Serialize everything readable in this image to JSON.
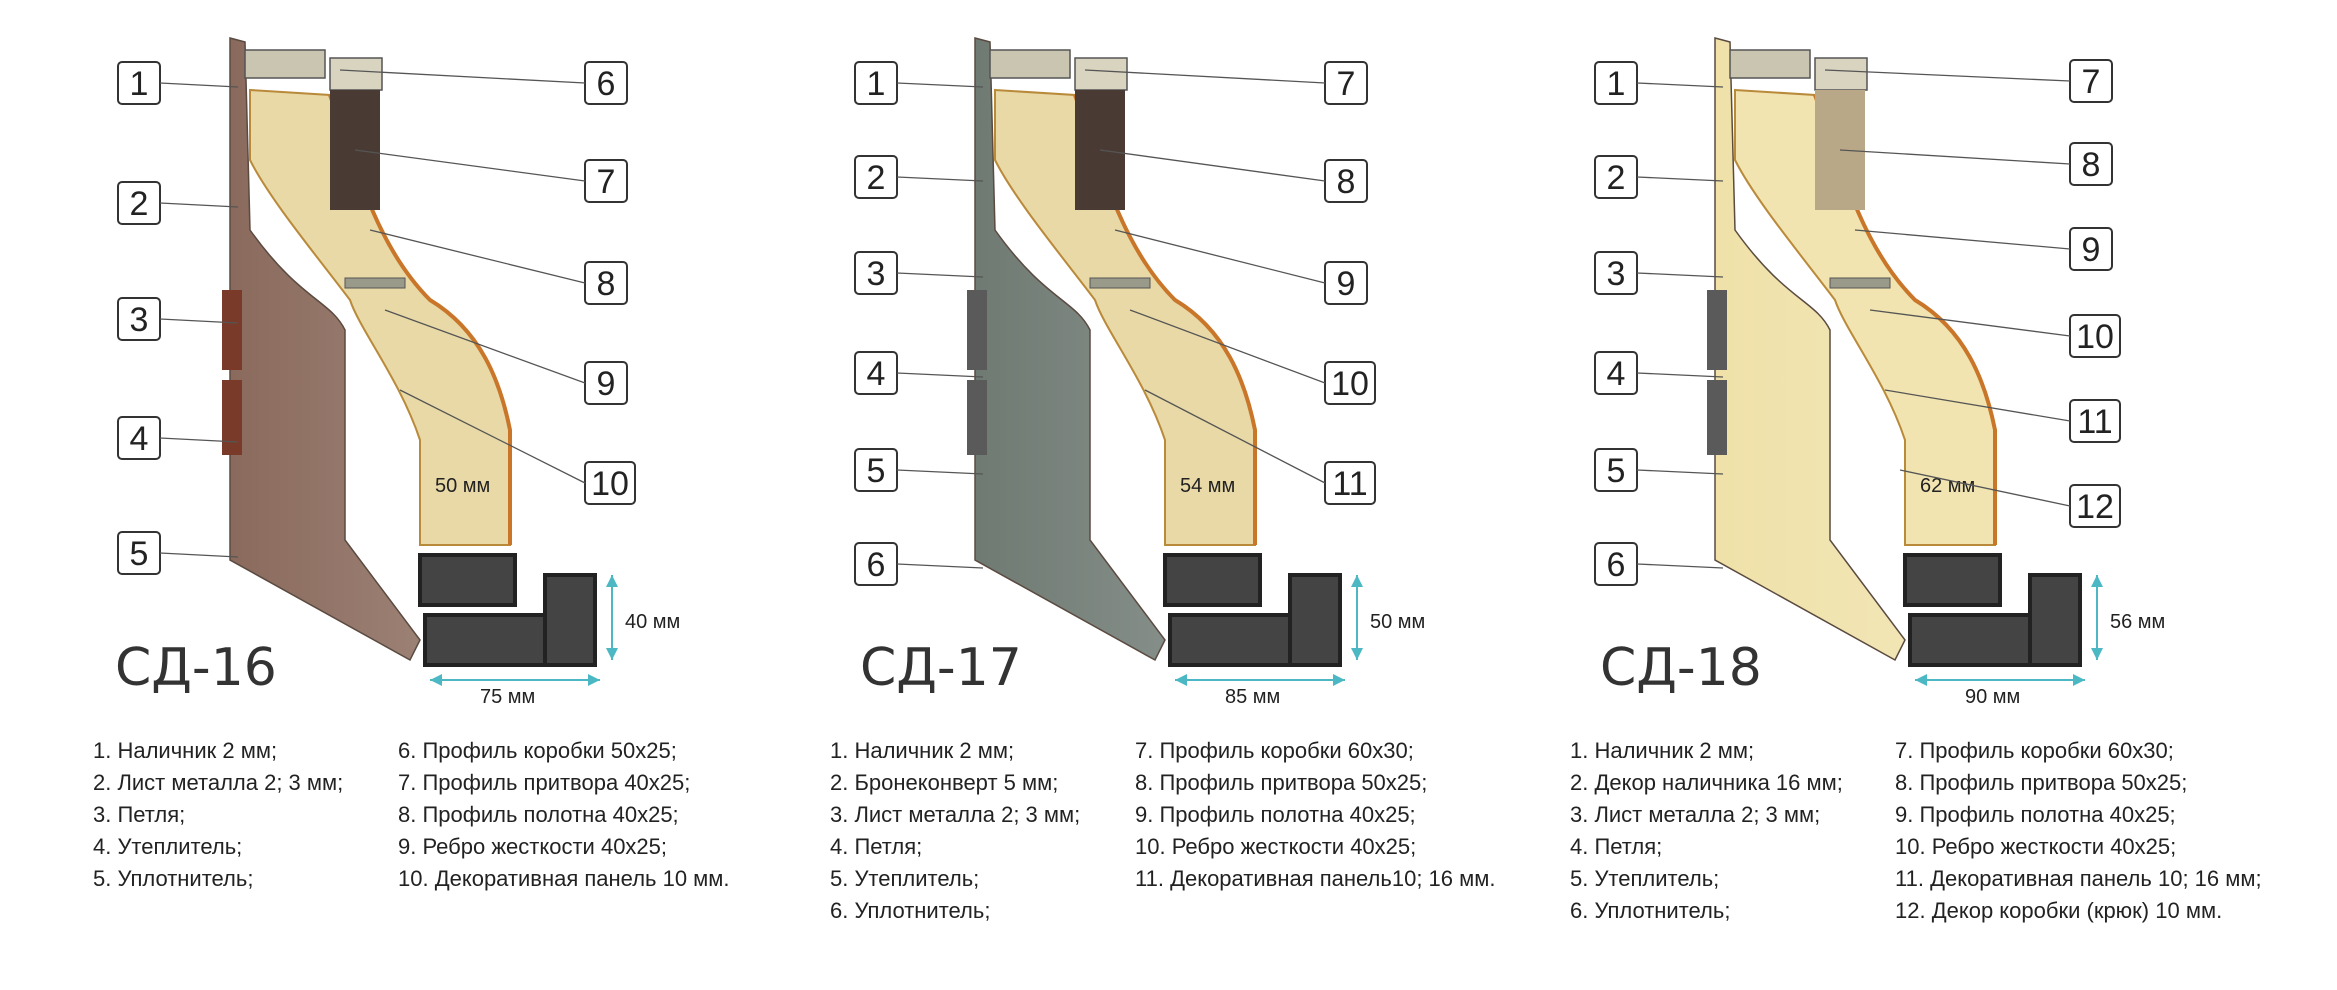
{
  "models": [
    {
      "title": "СД-16",
      "width_label": "50 мм",
      "frame_w_label": "75 мм",
      "frame_h_label": "40 мм",
      "callouts_left": [
        "1",
        "2",
        "3",
        "4",
        "5"
      ],
      "callouts_right": [
        "6",
        "7",
        "8",
        "9",
        "10"
      ],
      "legend_col1": [
        "1. Наличник 2 мм;",
        "2. Лист металла 2; 3 мм;",
        "3. Петля;",
        "4. Утеплитель;",
        "5. Уплотнитель;"
      ],
      "legend_col2": [
        "6. Профиль коробки 50х25;",
        "7. Профиль притвора 40х25;",
        "8. Профиль полотна 40х25;",
        "9. Ребро жесткости 40х25;",
        "10. Декоративная панель 10 мм."
      ],
      "colors": {
        "skin": "#8a6a5c",
        "core": "#e8d9a6"
      }
    },
    {
      "title": "СД-17",
      "width_label": "54 мм",
      "frame_w_label": "85 мм",
      "frame_h_label": "50 мм",
      "callouts_left": [
        "1",
        "2",
        "3",
        "4",
        "5",
        "6"
      ],
      "callouts_right": [
        "7",
        "8",
        "9",
        "10",
        "11"
      ],
      "legend_col1": [
        "1. Наличник 2 мм;",
        "2. Броне­конверт 5 мм;",
        "3. Лист металла 2; 3 мм;",
        "4. Петля;",
        "5. Утеплитель;",
        "6. Уплотнитель;"
      ],
      "legend_col2": [
        "7. Профиль коробки 60х30;",
        "8. Профиль притвора 50х25;",
        "9. Профиль полотна 40х25;",
        "10. Ребро жесткости 40х25;",
        "11. Декоративная панель10; 16 мм."
      ],
      "colors": {
        "skin": "#6f7a73",
        "core": "#e8d9a6"
      }
    },
    {
      "title": "СД-18",
      "width_label": "62 мм",
      "frame_w_label": "90 мм",
      "frame_h_label": "56 мм",
      "callouts_left": [
        "1",
        "2",
        "3",
        "4",
        "5",
        "6"
      ],
      "callouts_right": [
        "7",
        "8",
        "9",
        "10",
        "11",
        "12"
      ],
      "legend_col1": [
        "1. Наличник 2 мм;",
        "2. Декор наличника 16 мм;",
        "3. Лист металла 2; 3 мм;",
        "4. Петля;",
        "5. Утеплитель;",
        "6. Уплотнитель;"
      ],
      "legend_col2": [
        "7. Профиль коробки 60х30;",
        "8. Профиль притвора 50х25;",
        "9. Профиль полотна 40х25;",
        "10. Ребро жесткости 40х25;",
        "11. Декоративная панель 10; 16 мм;",
        "12. Декор коробки (крюк) 10 мм."
      ],
      "colors": {
        "skin": "#efe1a8",
        "core": "#f1e4b0"
      }
    }
  ]
}
